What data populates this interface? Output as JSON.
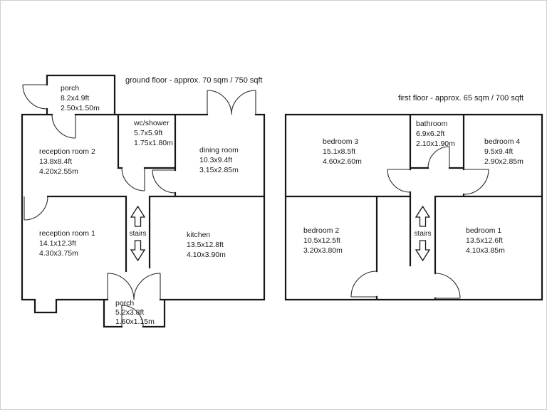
{
  "ground_floor": {
    "title": "ground floor - approx. 70 sqm / 750 sqft",
    "stairs_label": "stairs",
    "rooms": {
      "porch_top": {
        "name": "porch",
        "ft": "8.2x4.9ft",
        "m": "2.50x1.50m"
      },
      "wc_shower": {
        "name": "wc/shower",
        "ft": "5.7x5.9ft",
        "m": "1.75x1.80m"
      },
      "dining_room": {
        "name": "dining room",
        "ft": "10.3x9.4ft",
        "m": "3.15x2.85m"
      },
      "reception_room_2": {
        "name": "reception room 2",
        "ft": "13.8x8.4ft",
        "m": "4.20x2.55m"
      },
      "reception_room_1": {
        "name": "reception room 1",
        "ft": "14.1x12.3ft",
        "m": "4.30x3.75m"
      },
      "kitchen": {
        "name": "kitchen",
        "ft": "13.5x12.8ft",
        "m": "4.10x3.90m"
      },
      "porch_bottom": {
        "name": "porch",
        "ft": "5.2x3.8ft",
        "m": "1.60x1.15m"
      }
    }
  },
  "first_floor": {
    "title": "first floor - approx. 65 sqm / 700 sqft",
    "stairs_label": "stairs",
    "rooms": {
      "bathroom": {
        "name": "bathroom",
        "ft": "6.9x6.2ft",
        "m": "2.10x1.90m"
      },
      "bedroom_3": {
        "name": "bedroom 3",
        "ft": "15.1x8.5ft",
        "m": "4.60x2.60m"
      },
      "bedroom_4": {
        "name": "bedroom 4",
        "ft": "9.5x9.4ft",
        "m": "2.90x2.85m"
      },
      "bedroom_2": {
        "name": "bedroom 2",
        "ft": "10.5x12.5ft",
        "m": "3.20x3.80m"
      },
      "bedroom_1": {
        "name": "bedroom 1",
        "ft": "13.5x12.6ft",
        "m": "4.10x3.85m"
      }
    }
  }
}
